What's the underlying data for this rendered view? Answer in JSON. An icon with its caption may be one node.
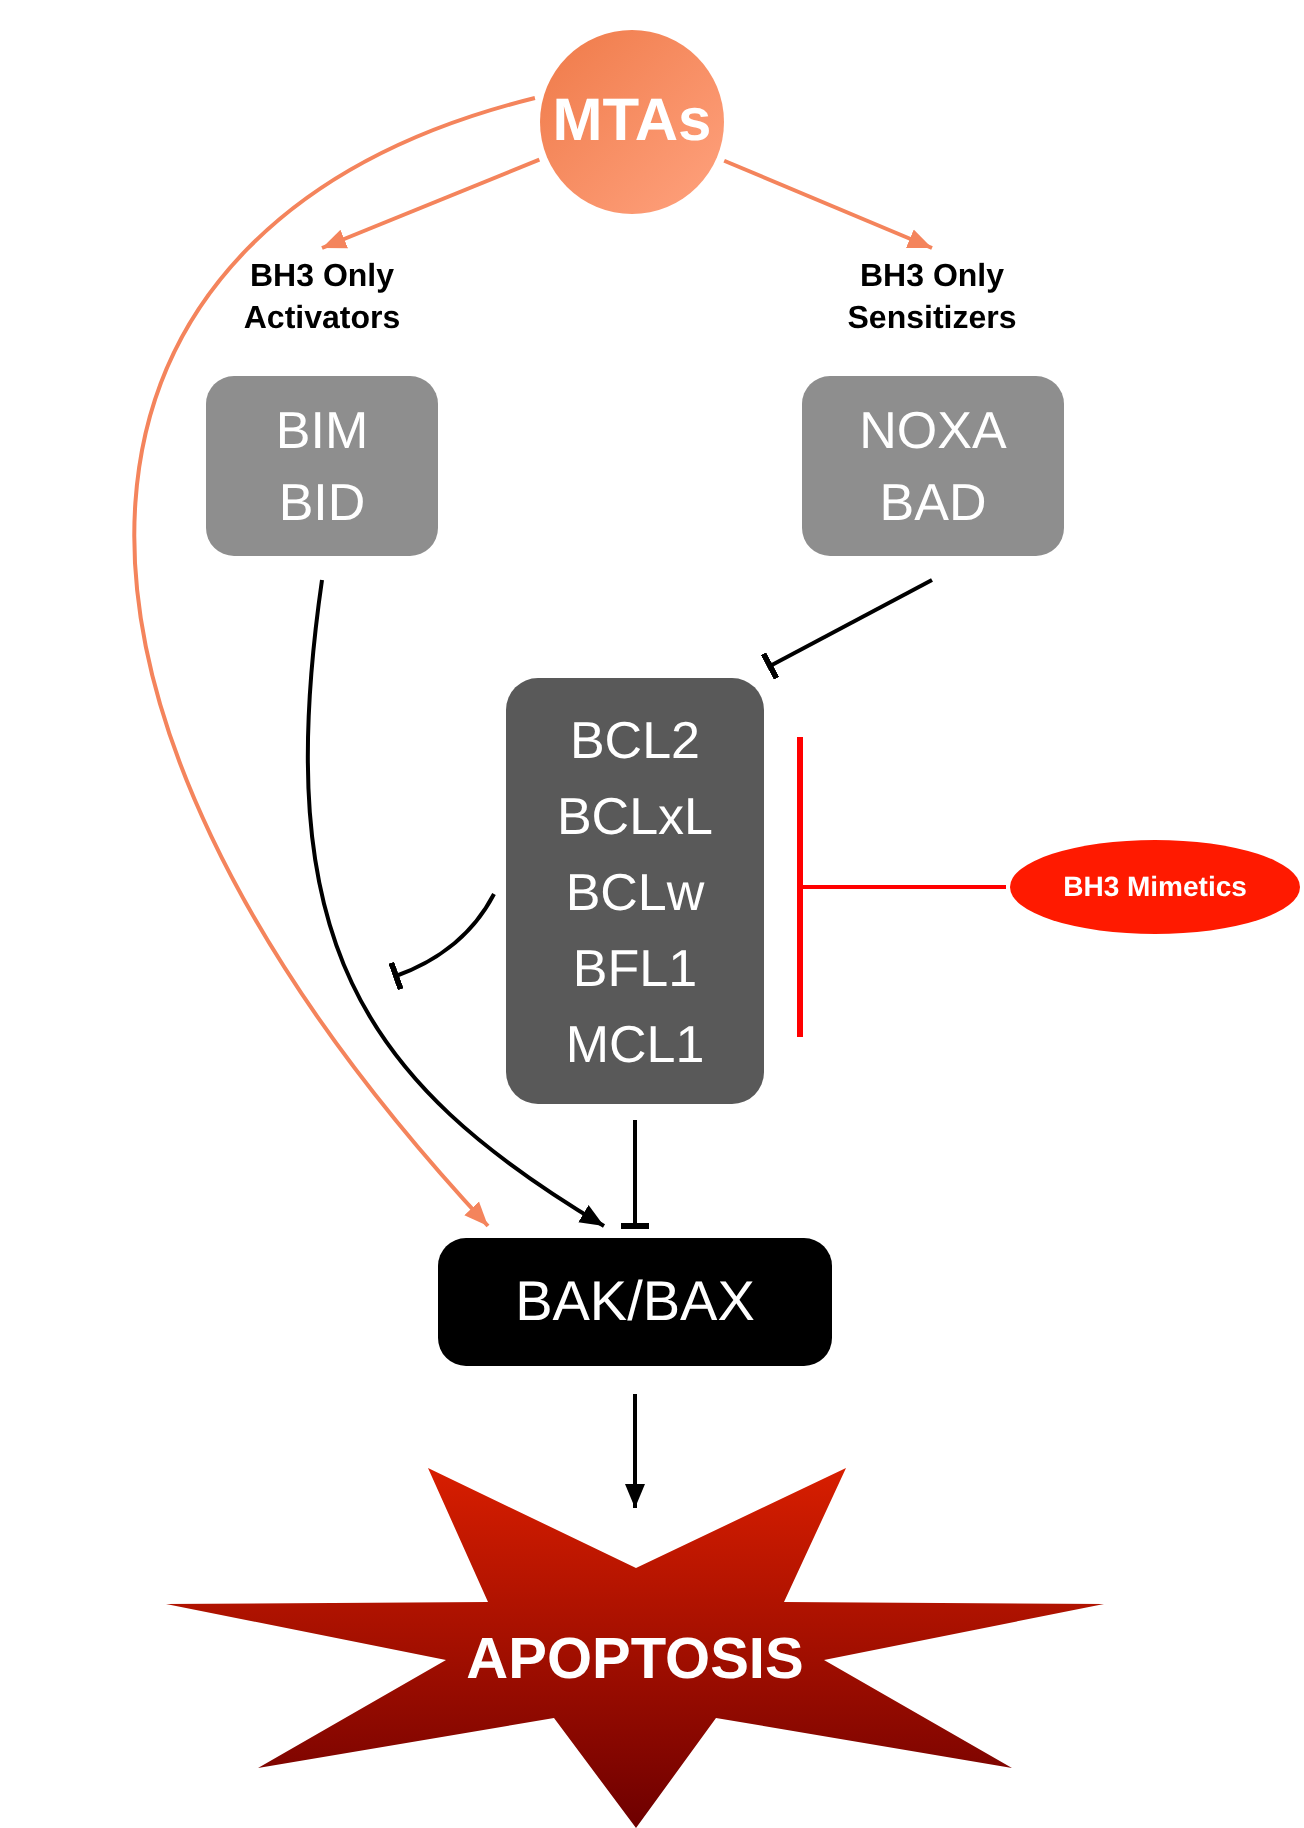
{
  "diagram": {
    "nodes": [
      {
        "text": [
          "MTAs"
        ]
      },
      {
        "text": [
          "BH3 Only Activators",
          "BIM",
          "BID"
        ]
      },
      {
        "text": [
          "BH3 Only Sensitizers",
          "NOXA",
          "BAD"
        ]
      },
      {
        "text": [
          "BCL2",
          "BCLxL",
          "BCLw",
          "BFL1",
          "MCL1"
        ]
      },
      {
        "text": [
          "BH3 Mimetics"
        ]
      },
      {
        "text": [
          "BAK/BAX"
        ]
      },
      {
        "text": [
          "APOPTOSIS"
        ]
      }
    ],
    "edges": [
      {
        "from": 0,
        "to": 1,
        "arrow": "to",
        "color": "#f4845c"
      },
      {
        "from": 0,
        "to": 2,
        "arrow": "to",
        "color": "#f4845c"
      },
      {
        "from": 0,
        "to": 5,
        "arrow": "to",
        "color": "#f4845c"
      },
      {
        "from": 1,
        "to": 5,
        "arrow": "to"
      },
      {
        "from": 2,
        "to": 3,
        "arrow": "other"
      },
      {
        "from": 3,
        "to": 5,
        "arrow": "other"
      },
      {
        "from": 4,
        "to": 3,
        "arrow": "other",
        "color": "#ff0000"
      },
      {
        "from": 3,
        "to": null,
        "arrow": "other"
      },
      {
        "from": 5,
        "to": 6,
        "arrow": "to"
      }
    ]
  }
}
